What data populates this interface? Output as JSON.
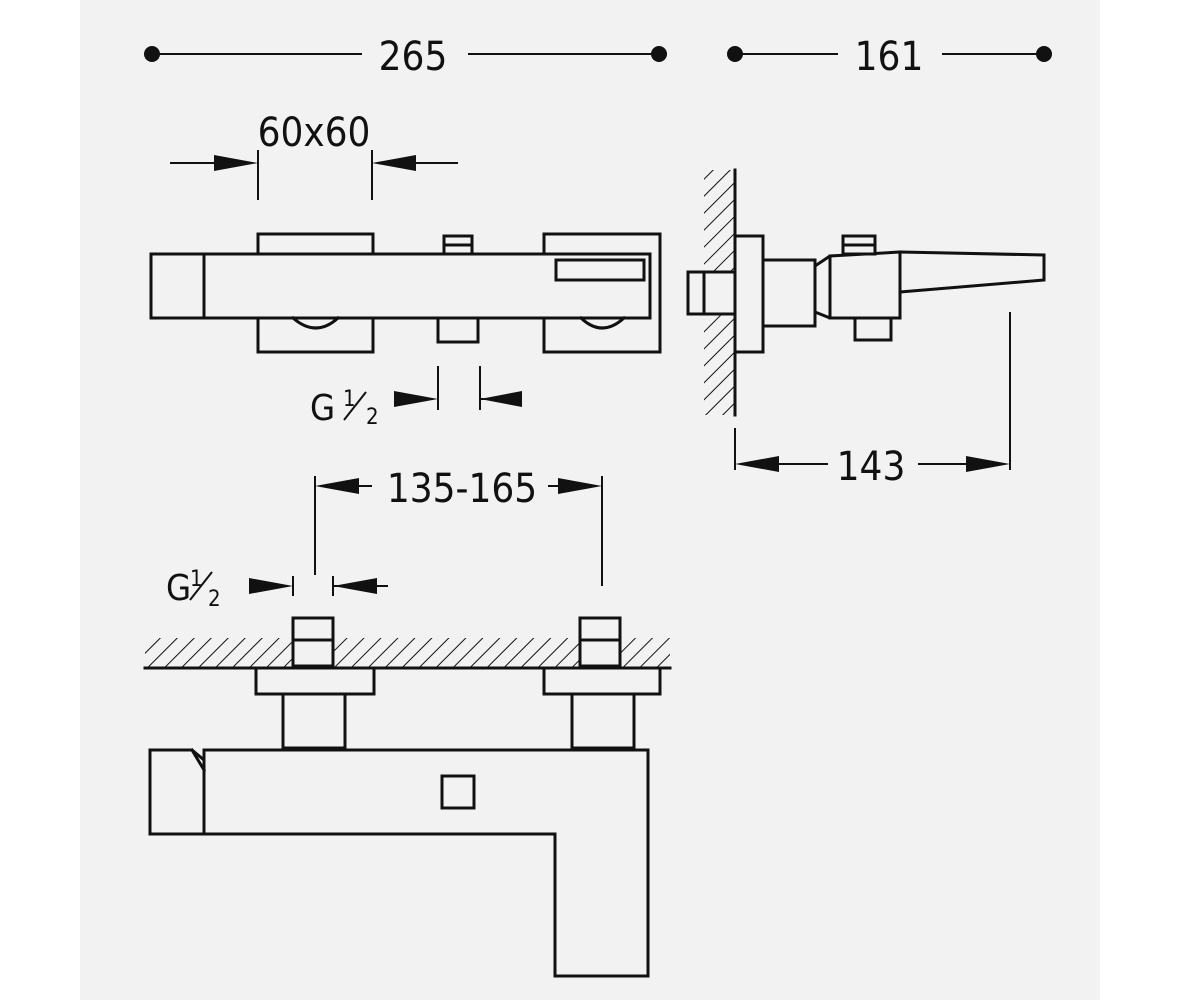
{
  "dimensions": {
    "overall_width": "265",
    "depth": "161",
    "handle_size": "60x60",
    "projection": "143",
    "center_distance": "135-165"
  },
  "threads": {
    "top_view": {
      "letter": "G",
      "numerator": "1",
      "denominator": "2"
    },
    "bottom_view": {
      "letter": "G",
      "numerator": "1",
      "denominator": "2"
    }
  },
  "colors": {
    "line": "#111111",
    "paper": "#f2f2f2",
    "background": "#ffffff"
  }
}
